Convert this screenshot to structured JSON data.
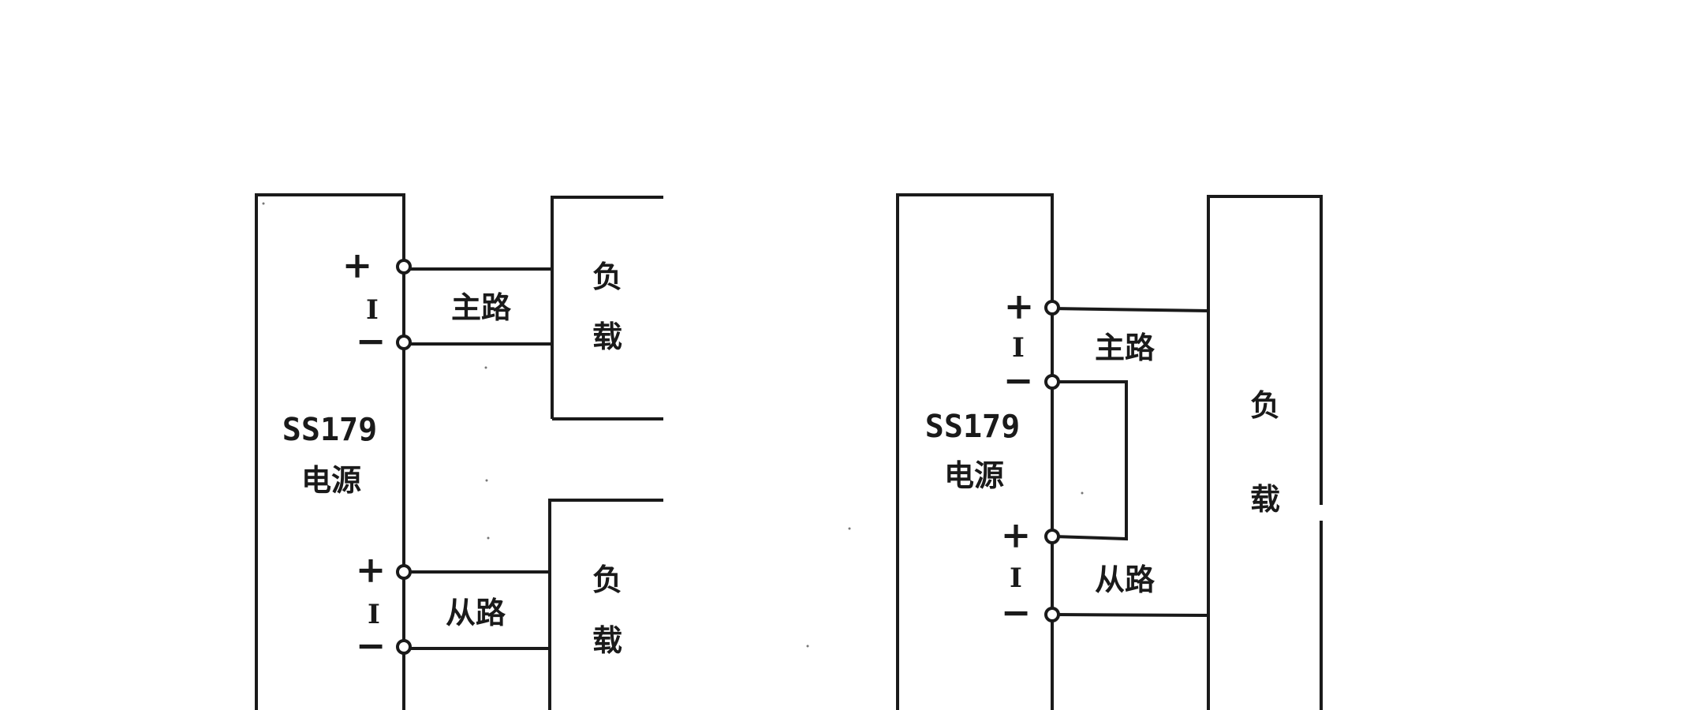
{
  "left_diagram": {
    "power_model": "SS179",
    "power_name": "电源",
    "main_channel": {
      "label": "主路",
      "plus": "+",
      "current": "I",
      "minus": "−"
    },
    "slave_channel": {
      "label": "从路",
      "plus": "+",
      "current": "I",
      "minus": "−"
    },
    "load_top": {
      "char1": "负",
      "char2": "载"
    },
    "load_bottom": {
      "char1": "负",
      "char2": "载"
    }
  },
  "right_diagram": {
    "power_model": "SS179",
    "power_name": "电源",
    "main_channel": {
      "label": "主路",
      "plus": "+",
      "current": "I",
      "minus": "−"
    },
    "slave_channel": {
      "label": "从路",
      "plus": "+",
      "current": "I",
      "minus": "−"
    },
    "load": {
      "char1": "负",
      "char2": "载"
    }
  }
}
